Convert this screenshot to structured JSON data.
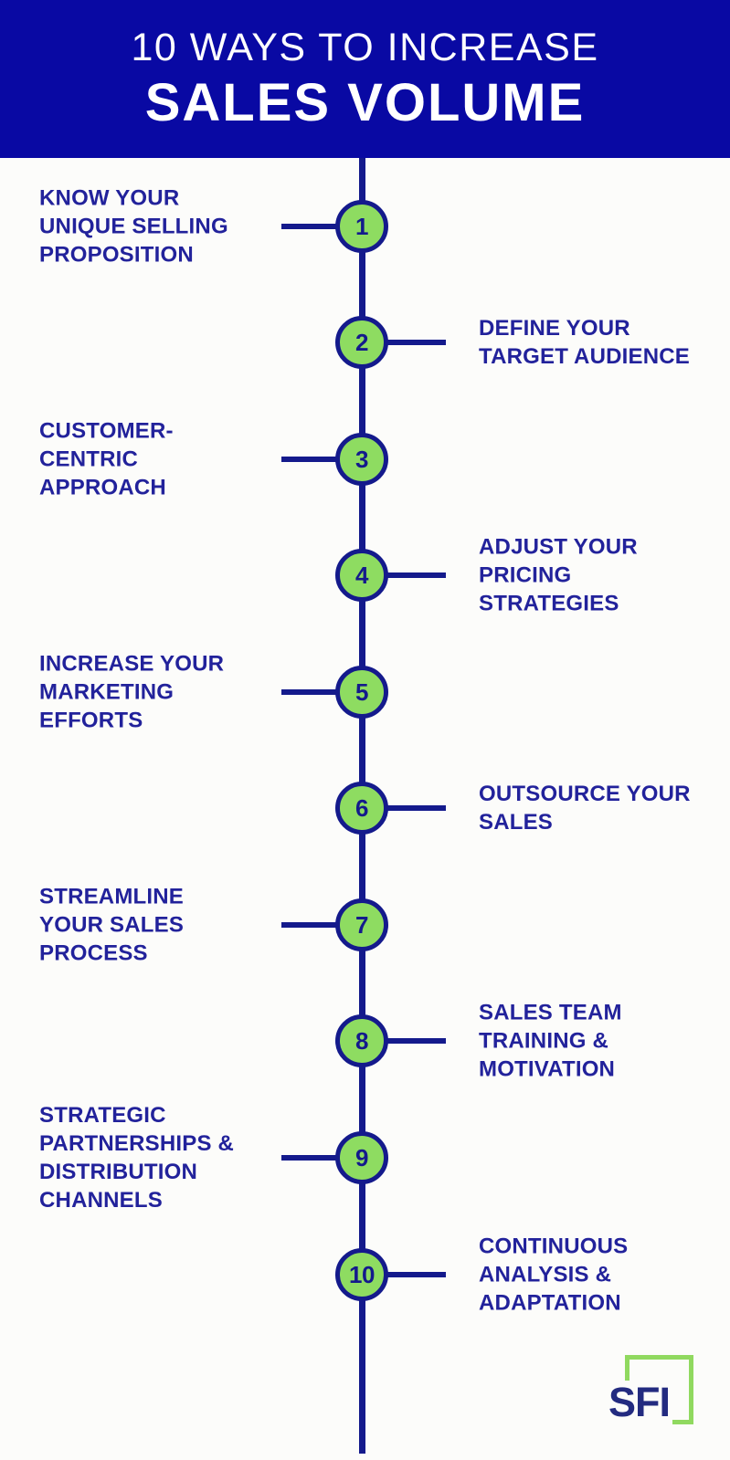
{
  "colors": {
    "header_bg": "#0909a3",
    "header_text": "#ffffff",
    "line_navy": "#141a8c",
    "label_navy": "#22229b",
    "circle_green": "#8edc61",
    "page_bg": "#fcfcfa",
    "logo_green": "#90d95f",
    "logo_navy": "#232b80"
  },
  "header": {
    "line1": "10 WAYS TO INCREASE",
    "line2": "SALES VOLUME"
  },
  "timeline": {
    "items": [
      {
        "number": "1",
        "side": "left",
        "label": "KNOW YOUR\nUNIQUE SELLING\nPROPOSITION"
      },
      {
        "number": "2",
        "side": "right",
        "label": "DEFINE YOUR\nTARGET AUDIENCE"
      },
      {
        "number": "3",
        "side": "left",
        "label": "CUSTOMER-\nCENTRIC\nAPPROACH"
      },
      {
        "number": "4",
        "side": "right",
        "label": "ADJUST YOUR\nPRICING\nSTRATEGIES"
      },
      {
        "number": "5",
        "side": "left",
        "label": "INCREASE YOUR\nMARKETING\nEFFORTS"
      },
      {
        "number": "6",
        "side": "right",
        "label": "OUTSOURCE YOUR\nSALES"
      },
      {
        "number": "7",
        "side": "left",
        "label": "STREAMLINE\nYOUR SALES\nPROCESS"
      },
      {
        "number": "8",
        "side": "right",
        "label": "SALES TEAM\nTRAINING &\nMOTIVATION"
      },
      {
        "number": "9",
        "side": "left",
        "label": "STRATEGIC\nPARTNERSHIPS &\nDISTRIBUTION\nCHANNELS"
      },
      {
        "number": "10",
        "side": "right",
        "label": "CONTINUOUS\nANALYSIS &\nADAPTATION"
      }
    ]
  },
  "logo": {
    "text": "SFI"
  }
}
